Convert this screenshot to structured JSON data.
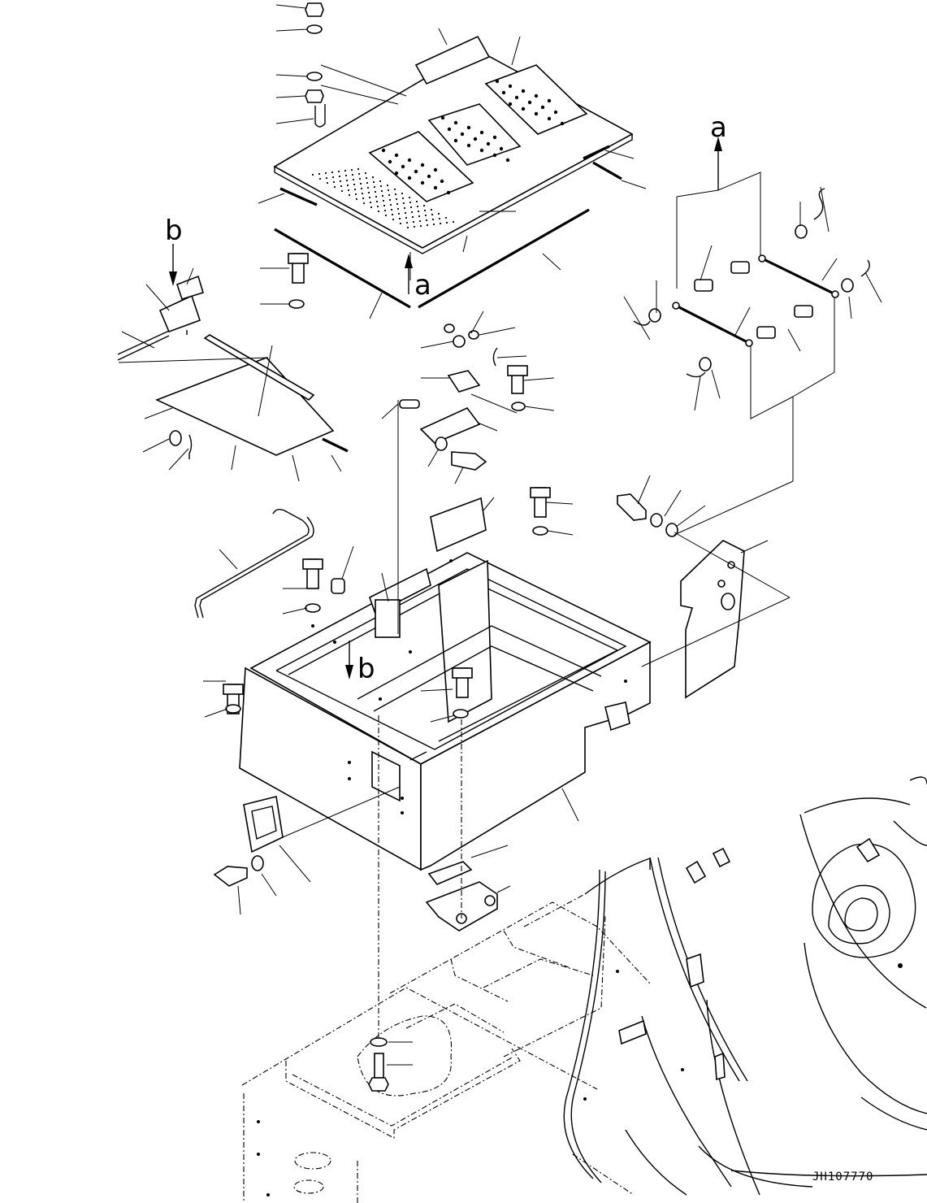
{
  "diagram": {
    "view_labels": [
      "a",
      "b"
    ],
    "drawing_code": "JH107770"
  }
}
